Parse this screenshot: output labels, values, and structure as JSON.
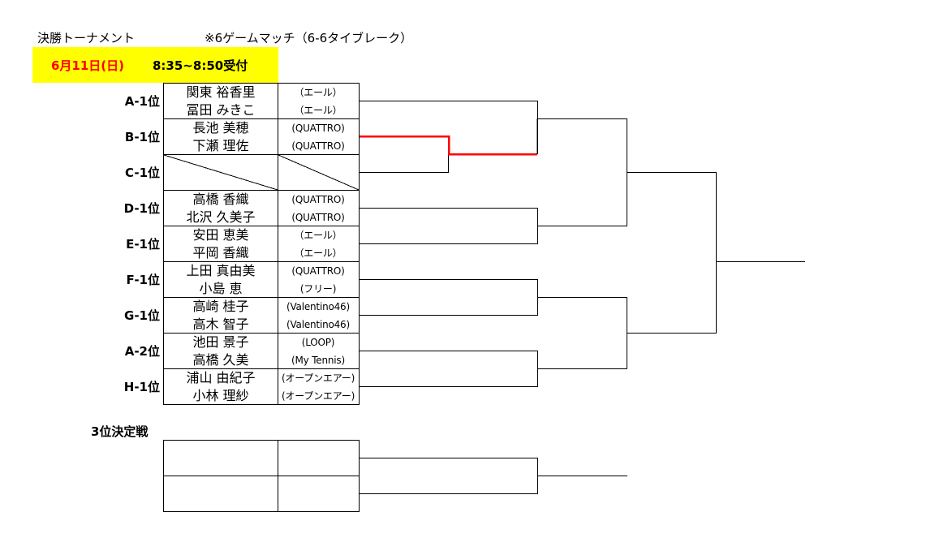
{
  "header": {
    "title": "決勝トーナメント",
    "rule": "※6ゲームマッチ（6-6タイブレーク）",
    "date": "6月11日(日)",
    "reception": "8:35~8:50受付"
  },
  "entries": [
    {
      "seed": "A-1位",
      "players": [
        "関東 裕香里",
        "冨田 みきこ"
      ],
      "clubs": [
        "（エール）",
        "（エール）"
      ]
    },
    {
      "seed": "B-1位",
      "players": [
        "長池 美穂",
        "下瀬 理佐"
      ],
      "clubs": [
        "(QUATTRO)",
        "(QUATTRO)"
      ]
    },
    {
      "seed": "C-1位",
      "players": [
        "",
        ""
      ],
      "clubs": [
        "",
        ""
      ]
    },
    {
      "seed": "D-1位",
      "players": [
        "高橋 香織",
        "北沢 久美子"
      ],
      "clubs": [
        "(QUATTRO)",
        "(QUATTRO)"
      ]
    },
    {
      "seed": "E-1位",
      "players": [
        "安田 恵美",
        "平岡 香織"
      ],
      "clubs": [
        "（エール）",
        "（エール）"
      ]
    },
    {
      "seed": "F-1位",
      "players": [
        "上田 真由美",
        "小島 恵"
      ],
      "clubs": [
        "(QUATTRO)",
        "(フリー)"
      ]
    },
    {
      "seed": "G-1位",
      "players": [
        "高崎 桂子",
        "高木 智子"
      ],
      "clubs": [
        "(Valentino46)",
        "(Valentino46)"
      ]
    },
    {
      "seed": "A-2位",
      "players": [
        "池田 景子",
        "高橋 久美"
      ],
      "clubs": [
        "(LOOP)",
        "(My Tennis)"
      ]
    },
    {
      "seed": "H-1位",
      "players": [
        "浦山 由紀子",
        "小林 理紗"
      ],
      "clubs": [
        "(オープンエアー)",
        "(オープンエアー)"
      ]
    }
  ],
  "third_place": {
    "label": "3位決定戦"
  },
  "colors": {
    "highlight": "#ffff00",
    "date_text": "#ff0000",
    "winner_line": "#ff0000",
    "line": "#000000"
  }
}
